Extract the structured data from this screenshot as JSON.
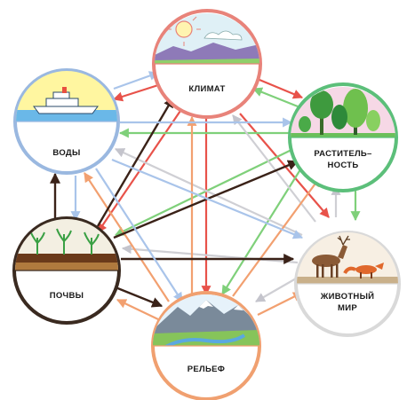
{
  "nodes": {
    "climate": {
      "label": "КЛИМАТ",
      "ring_color": "#e8837a",
      "scene": "sun-clouds-mountains-icon"
    },
    "vegetation": {
      "label_line1": "РАСТИТЕЛЬ–",
      "label_line2": "НОСТЬ",
      "ring_color": "#5cbf7a",
      "scene": "trees-icon"
    },
    "fauna": {
      "label_line1": "ЖИВОТНЫЙ",
      "label_line2": "МИР",
      "ring_color": "#d9d9d9",
      "scene": "deer-fox-icon"
    },
    "relief": {
      "label": "РЕЛЬЕФ",
      "ring_color": "#f0a070",
      "scene": "mountains-river-icon"
    },
    "soils": {
      "label": "ПОЧВЫ",
      "ring_color": "#3a2a20",
      "scene": "soil-sprouts-icon"
    },
    "waters": {
      "label": "ВОДЫ",
      "ring_color": "#9ab8e0",
      "scene": "ship-on-water-icon"
    }
  },
  "colors": {
    "climate_arrow": "#e8524a",
    "vegetation_arrow": "#7fd07a",
    "fauna_arrow": "#cfcfd4",
    "relief_arrow": "#f2a070",
    "soils_arrow": "#3a2218",
    "waters_arrow": "#a9c4ea"
  }
}
